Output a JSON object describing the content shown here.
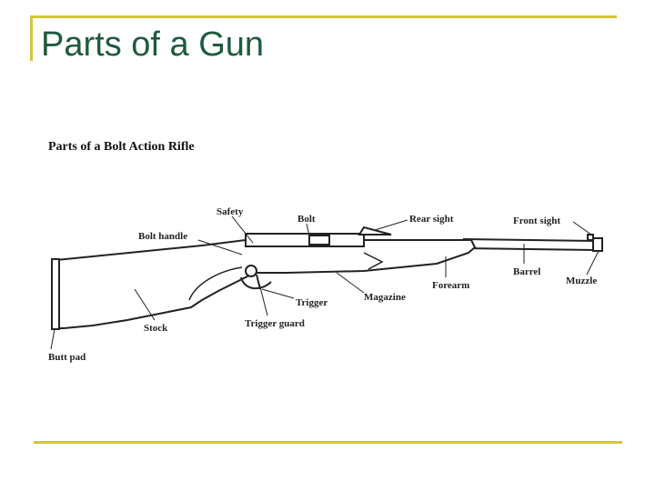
{
  "slide": {
    "title": "Parts of a Gun",
    "accent_color": "#d4c63a",
    "title_color": "#1e5b3e"
  },
  "diagram": {
    "heading": "Parts of a Bolt Action Rifle",
    "labels": {
      "safety": "Safety",
      "bolt": "Bolt",
      "rear_sight": "Rear sight",
      "front_sight": "Front sight",
      "bolt_handle": "Bolt handle",
      "barrel": "Barrel",
      "muzzle": "Muzzle",
      "forearm": "Forearm",
      "magazine": "Magazine",
      "trigger": "Trigger",
      "trigger_guard": "Trigger guard",
      "stock": "Stock",
      "butt_pad": "Butt pad"
    }
  }
}
